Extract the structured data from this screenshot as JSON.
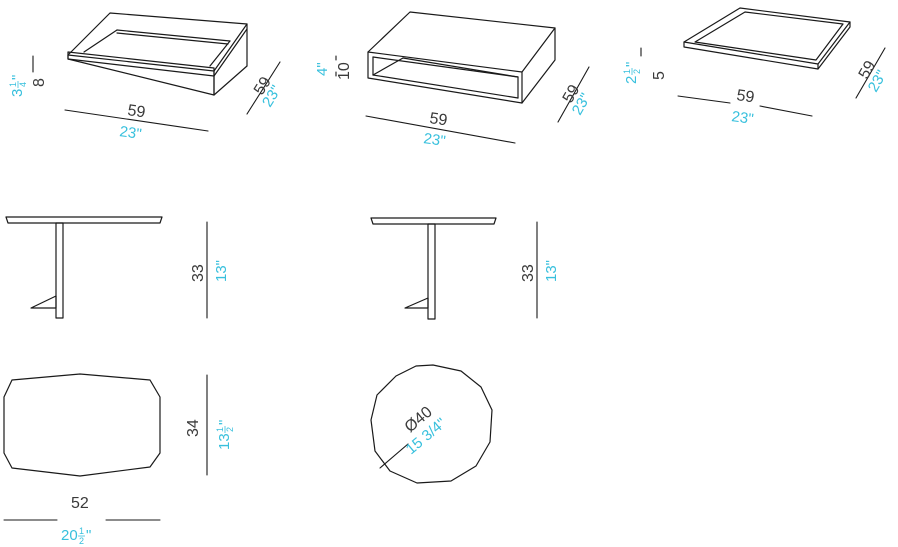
{
  "colors": {
    "line": "#1a1a1a",
    "metric": "#3a3a3a",
    "imperial": "#38c0dd",
    "background": "#ffffff"
  },
  "tray_open": {
    "height": {
      "cm": "8",
      "in_whole": "3",
      "in_frac_num": "1",
      "in_frac_den": "4",
      "in_mark": "\""
    },
    "width": {
      "cm": "59",
      "in": "23\""
    },
    "depth": {
      "cm": "59",
      "in": "23\""
    }
  },
  "box_table": {
    "height": {
      "cm": "10",
      "in": "4\""
    },
    "width": {
      "cm": "59",
      "in": "23\""
    },
    "depth": {
      "cm": "59",
      "in": "23\""
    }
  },
  "flat_tray": {
    "height": {
      "cm": "5",
      "in_whole": "2",
      "in_frac_num": "1",
      "in_frac_den": "2",
      "in_mark": "\""
    },
    "width": {
      "cm": "59",
      "in": "23\""
    },
    "depth": {
      "cm": "59",
      "in": "23\""
    }
  },
  "side_view_1": {
    "height": {
      "cm": "33",
      "in": "13\""
    }
  },
  "side_view_2": {
    "height": {
      "cm": "33",
      "in": "13\""
    }
  },
  "top_view_oval": {
    "depth": {
      "cm": "34",
      "in_whole": "13",
      "in_frac_num": "1",
      "in_frac_den": "2",
      "in_mark": "\""
    },
    "width": {
      "cm": "52",
      "in_whole": "20",
      "in_frac_num": "1",
      "in_frac_den": "2",
      "in_mark": "\""
    }
  },
  "top_view_round": {
    "diameter": {
      "cm": "Ø40",
      "in": "15 3/4\""
    }
  }
}
